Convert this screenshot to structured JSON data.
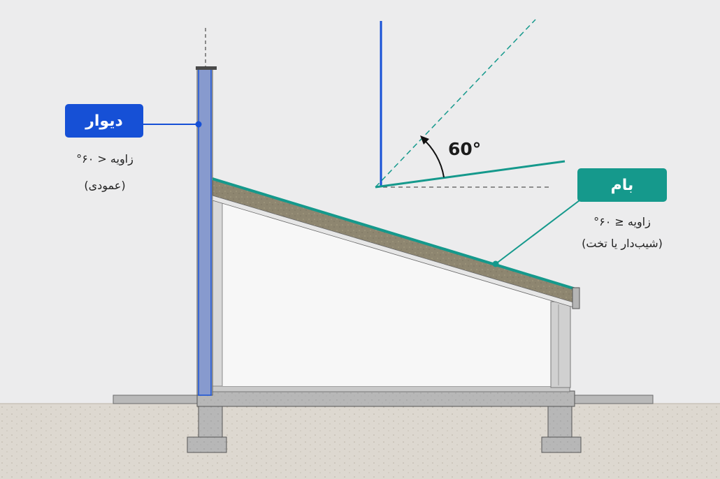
{
  "angle_diagram": {
    "angle_label": "60°"
  },
  "wall": {
    "label": "دیوار",
    "condition": "زاویه < ۶۰°",
    "note": "(عمودی)",
    "color": "#1650d6"
  },
  "roof": {
    "label": "بام",
    "condition": "زاویه ≤ ۶۰°",
    "note": "(شیب‌دار یا تخت)",
    "color": "#15998c"
  }
}
